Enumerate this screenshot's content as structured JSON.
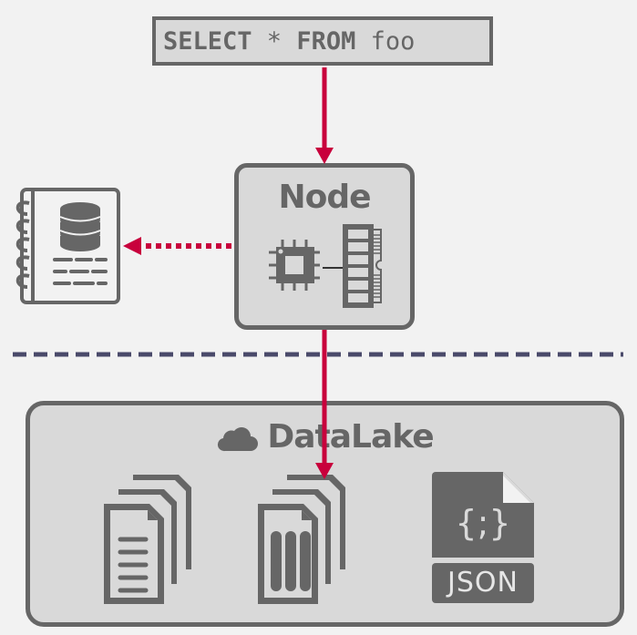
{
  "query": {
    "keyword_select": "SELECT",
    "star": " * ",
    "keyword_from": "FROM",
    "table": " foo"
  },
  "node": {
    "title": "Node",
    "icons": [
      "cpu-chip-icon",
      "ram-module-icon"
    ]
  },
  "catalog": {
    "icon": "catalog-notebook-database-icon"
  },
  "data_lake": {
    "title": "DataLake",
    "cloud_icon": "cloud-icon",
    "files": [
      {
        "icon": "row-files-stack-icon"
      },
      {
        "icon": "columnar-files-stack-icon"
      },
      {
        "icon": "json-file-icon",
        "label": "JSON",
        "glyph": "{;}"
      }
    ]
  },
  "colors": {
    "background": "#f2f2f2",
    "box_fill": "#d9d9d9",
    "stroke": "#666666",
    "arrow": "#c8003c",
    "separator": "#4a4a6a"
  }
}
